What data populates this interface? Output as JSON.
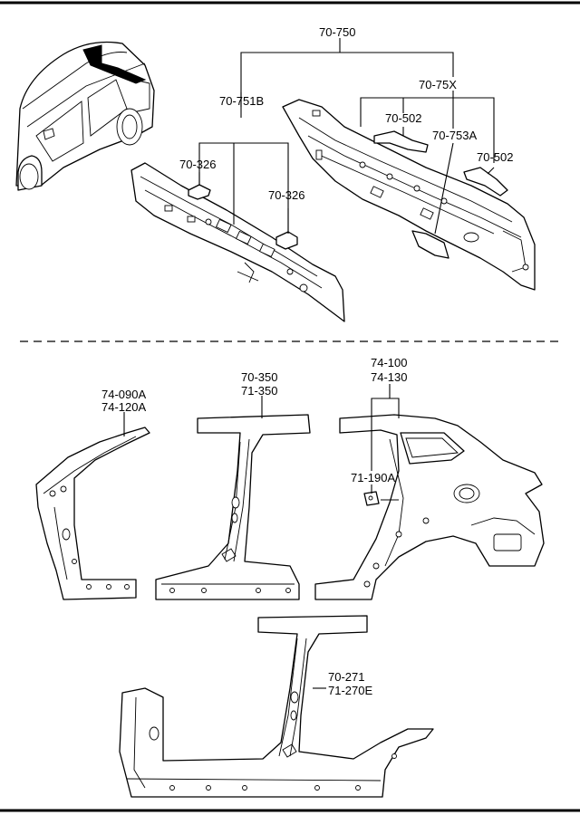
{
  "labels": {
    "rear_panel_assy": "70-750",
    "rear_panel": "70-75X",
    "bracket_a": "70-502",
    "bracket_b": "70-502",
    "rear_reinforce": "70-753A",
    "rear_crossmember": "70-751B",
    "bracket_left": "70-326",
    "bracket_right": "70-326",
    "a_pillar_line1": "74-090A",
    "a_pillar_line2": "74-120A",
    "b_pillar_line1": "70-350",
    "b_pillar_line2": "71-350",
    "quarter_line1": "74-100",
    "quarter_line2": "74-130",
    "quarter_bracket": "71-190A",
    "side_outer_line1": "70-271",
    "side_outer_line2": "71-270E"
  }
}
